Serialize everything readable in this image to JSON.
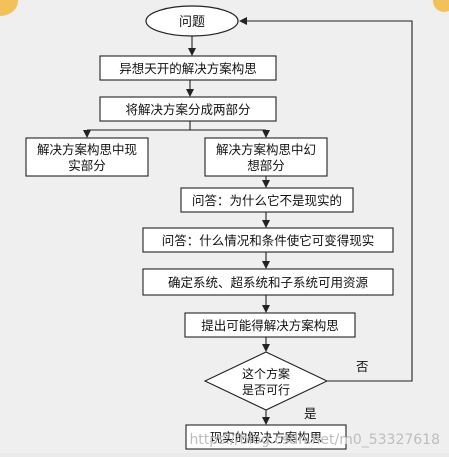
{
  "nodes": {
    "start": "问题",
    "n1": "异想天开的解决方案构思",
    "n2": "将解决方案分成两部分",
    "n3a_line1": "解决方案构思中现",
    "n3a_line2": "实部分",
    "n3b_line1": "解决方案构思中幻",
    "n3b_line2": "想部分",
    "n4": "问答：为什么它不是现实的",
    "n5": "问答：什么情况和条件使它可变得现实",
    "n6": "确定系统、超系统和子系统可用资源",
    "n7": "提出可能得解决方案构思",
    "decision_line1": "这个方案",
    "decision_line2": "是否可行",
    "end": "现实的解决方案构思"
  },
  "edges": {
    "no_label": "否",
    "yes_label": "是"
  },
  "watermark": "https://blog.csdn.net/m0_53327618"
}
